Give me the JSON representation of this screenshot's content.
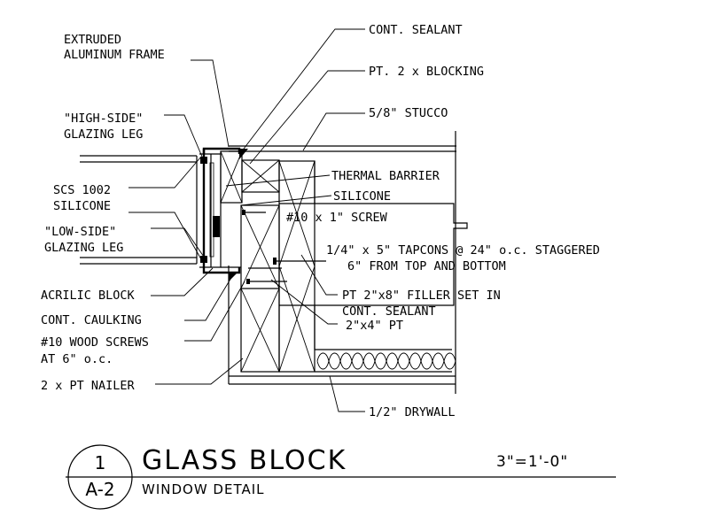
{
  "title": "GLASS BLOCK",
  "subtitle": "WINDOW DETAIL",
  "scale": "3\"=1'-0\"",
  "detail_bubble": {
    "number": "1",
    "sheet": "A-2"
  },
  "labels": {
    "extruded_1": "EXTRUDED",
    "extruded_2": "ALUMINUM FRAME",
    "high_1": "\"HIGH-SIDE\"",
    "high_2": "GLAZING LEG",
    "scs_1": "SCS 1002",
    "scs_2": "SILICONE",
    "low_1": "\"LOW-SIDE\"",
    "low_2": "GLAZING LEG",
    "acrilic": "ACRILIC BLOCK",
    "caulking": "CONT. CAULKING",
    "wood_1": "#10 WOOD SCREWS",
    "wood_2": "AT 6\" o.c.",
    "nailer": "2 x PT NAILER",
    "sealant": "CONT. SEALANT",
    "blocking": "PT. 2 x BLOCKING",
    "stucco": "5/8\" STUCCO",
    "thermal": "THERMAL BARRIER",
    "silicone": "SILICONE",
    "screw": "#10 x 1\" SCREW",
    "tapcons_1": "1/4\" x 5\" TAPCONS @ 24\" o.c. STAGGERED",
    "tapcons_2": "6\" FROM TOP AND BOTTOM",
    "filler_1": "PT 2\"x8\" FILLER SET IN",
    "filler_2": "CONT. SEALANT",
    "pt2x4": "2\"x4\" PT",
    "drywall": "1/2\" DRYWALL"
  }
}
